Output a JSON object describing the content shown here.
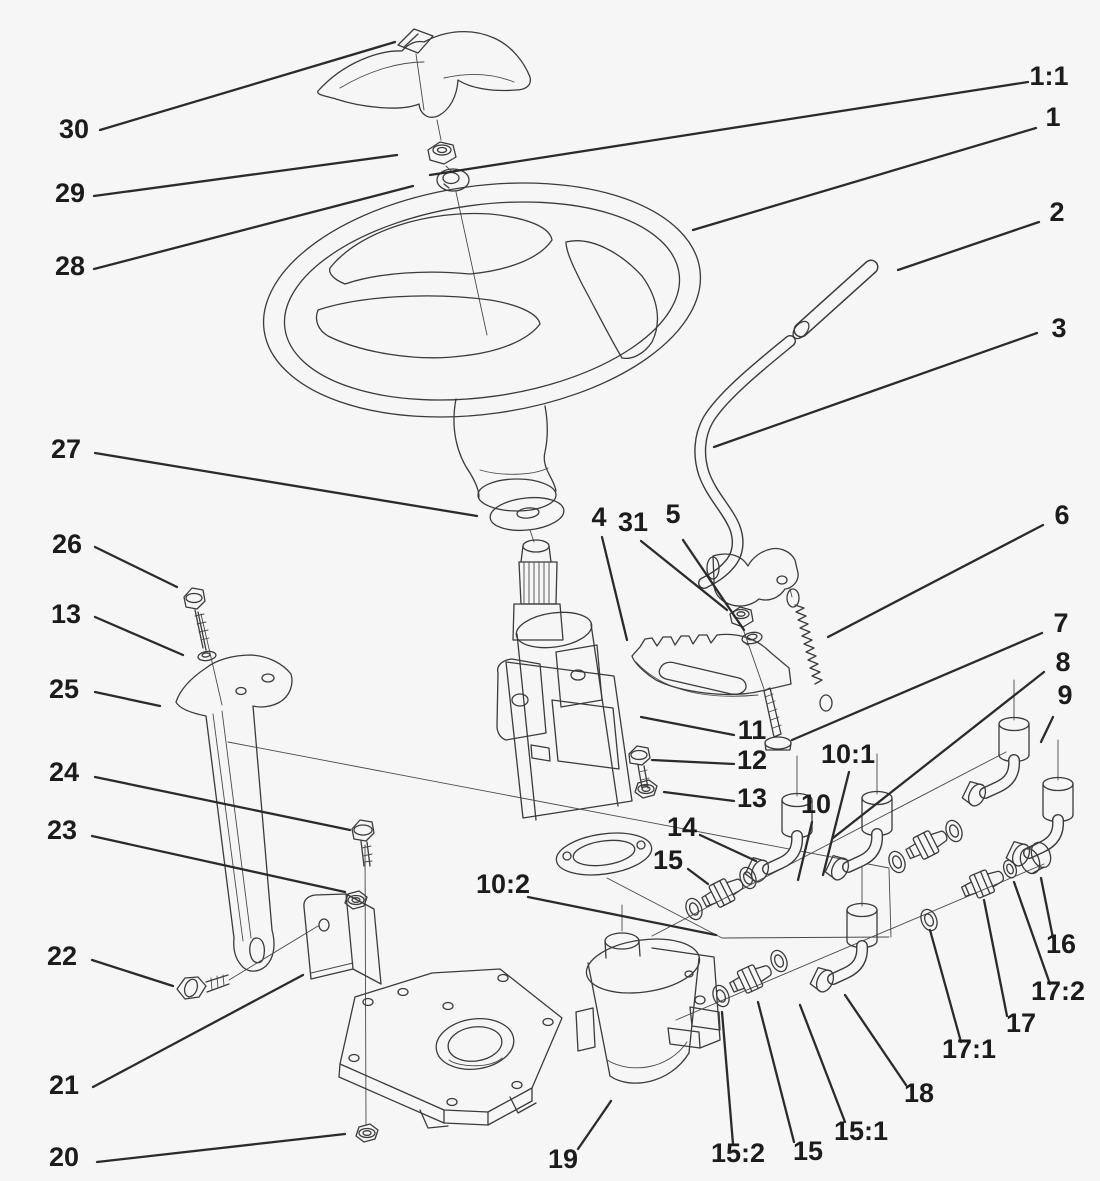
{
  "figure": {
    "background_color": "#f6f6f6",
    "line_color": "#3b3b3b",
    "label_color": "#1c1c1c"
  },
  "callouts": {
    "c30": {
      "label": "30"
    },
    "c29": {
      "label": "29"
    },
    "c28": {
      "label": "28"
    },
    "c27": {
      "label": "27"
    },
    "c26": {
      "label": "26"
    },
    "c13l": {
      "label": "13"
    },
    "c25": {
      "label": "25"
    },
    "c24": {
      "label": "24"
    },
    "c23": {
      "label": "23"
    },
    "c22": {
      "label": "22"
    },
    "c21": {
      "label": "21"
    },
    "c20": {
      "label": "20"
    },
    "c1_1": {
      "label": "1:1"
    },
    "c1": {
      "label": "1"
    },
    "c2": {
      "label": "2"
    },
    "c3": {
      "label": "3"
    },
    "c6": {
      "label": "6"
    },
    "c7": {
      "label": "7"
    },
    "c8": {
      "label": "8"
    },
    "c9": {
      "label": "9"
    },
    "c4": {
      "label": "4"
    },
    "c31": {
      "label": "31"
    },
    "c5": {
      "label": "5"
    },
    "c11": {
      "label": "11"
    },
    "c12": {
      "label": "12"
    },
    "c13r": {
      "label": "13"
    },
    "c14": {
      "label": "14"
    },
    "c15t": {
      "label": "15"
    },
    "c10_1": {
      "label": "10:1"
    },
    "c10": {
      "label": "10"
    },
    "c10_2": {
      "label": "10:2"
    },
    "c16": {
      "label": "16"
    },
    "c17_2": {
      "label": "17:2"
    },
    "c17": {
      "label": "17"
    },
    "c17_1": {
      "label": "17:1"
    },
    "c18": {
      "label": "18"
    },
    "c15_1": {
      "label": "15:1"
    },
    "c15b": {
      "label": "15"
    },
    "c15_2": {
      "label": "15:2"
    },
    "c19": {
      "label": "19"
    }
  }
}
